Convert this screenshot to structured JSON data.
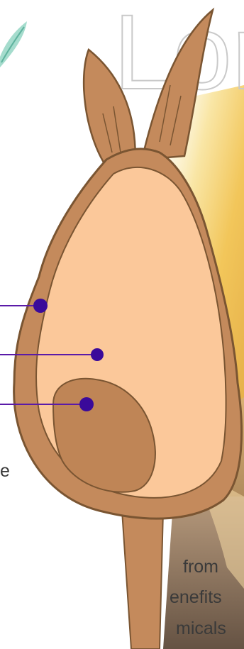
{
  "colors": {
    "background_gold": "#f2c65a",
    "hull": "#c48a5c",
    "hull_outline": "#7a5532",
    "inner_seed": "#fbc89a",
    "germ": "#bf8556",
    "pointer": "#5a1aa8",
    "pointer_dot": "#3a0a9a",
    "title_outline": "#c9c9c9",
    "leaf_accent": "#8fd3c0",
    "text": "#3a3a3a"
  },
  "title_fragment": "Lor",
  "text_fragments": {
    "line1": "e",
    "line2": "from",
    "line3": "enefits",
    "line4": "micals"
  },
  "labels": {
    "pointer1": "",
    "pointer2": "",
    "pointer3": ""
  }
}
